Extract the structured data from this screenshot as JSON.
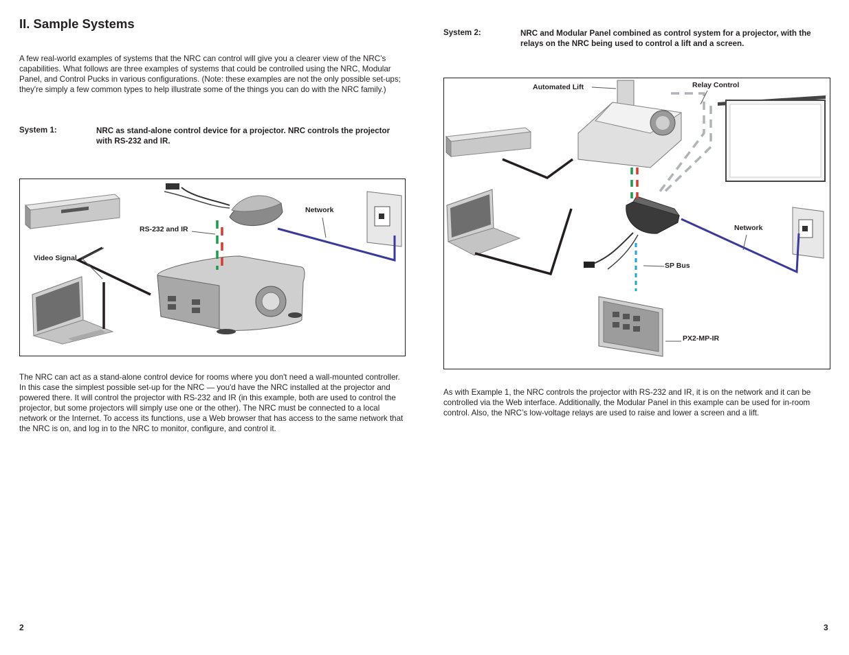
{
  "left_page": {
    "heading": "II. Sample Systems",
    "intro": "A few real-world examples of systems that the NRC can control will give you a clearer view of the NRC’s capabilities. What follows are three examples of systems that could be controlled using the NRC, Modular Panel, and Control Pucks in various configurations. (Note: these examples are not the only possible set-ups; they're simply a few common types to help illustrate some of the things you can do with the NRC family.)",
    "system1": {
      "label": "System 1:",
      "description": "NRC as stand-alone control device for a projector. NRC controls the projector with RS-232 and IR."
    },
    "figure1": {
      "label_network": "Network",
      "label_rs232": "RS-232 and IR",
      "label_video": "Video Signal"
    },
    "body": "The NRC can act as a stand-alone control device for rooms where you don't need a wall-mounted controller. In this case the simplest possible set-up for the NRC — you'd have the NRC installed at the projector and powered there. It will control the projector with RS-232 and IR (in this example, both are used to control the projector, but some projectors will simply use one or the other). The NRC must be connected to a local network or the Internet. To access its functions, use a Web browser that has access to the same network that the NRC is on, and log in to the NRC to monitor, configure, and control it.",
    "page_number": "2"
  },
  "right_page": {
    "system2": {
      "label": "System 2:",
      "description": "NRC and Modular Panel combined as control system for a projector, with the relays on the NRC being used to control a lift and a screen."
    },
    "figure2": {
      "label_lift": "Automated Lift",
      "label_relay": "Relay Control",
      "label_network": "Network",
      "label_spbus": "SP Bus",
      "label_panel": "PX2-MP-IR"
    },
    "body": "As with Example 1, the NRC controls the projector with RS-232 and IR, it is on the network and it can be controlled via the Web interface. Additionally, the Modular Panel in this example can be used for in-room control. Also, the NRC’s low-voltage relays are used to raise and lower a screen and a lift.",
    "page_number": "3"
  }
}
